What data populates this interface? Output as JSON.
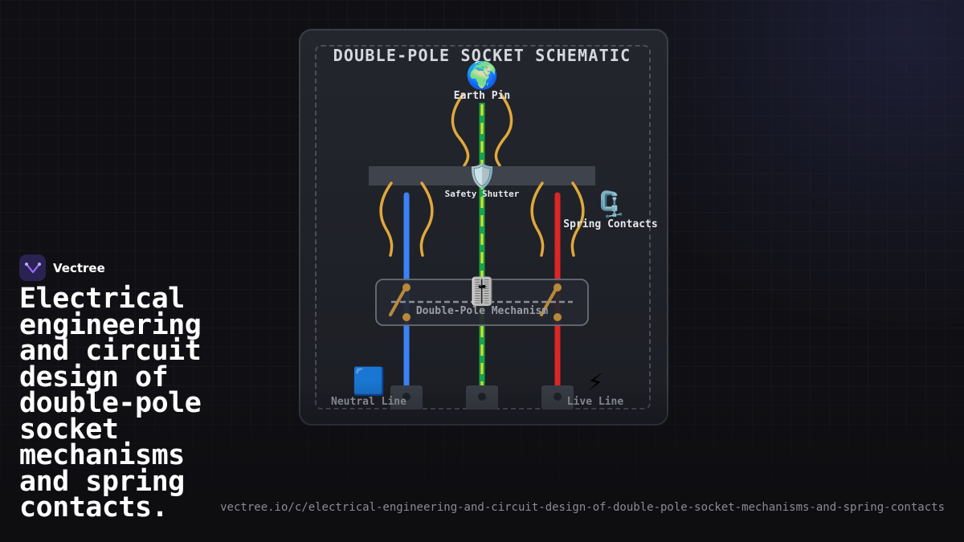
{
  "brand": {
    "name": "Vectree"
  },
  "headline": "Electrical engineering and circuit design of double-pole socket mechanisms and spring contacts.",
  "url": "vectree.io/c/electrical-engineering-and-circuit-design-of-double-pole-socket-mechanisms-and-spring-contacts",
  "diagram": {
    "title": "DOUBLE-POLE SOCKET SCHEMATIC",
    "labels": {
      "earth_pin": "Earth Pin",
      "safety_shutter": "Safety Shutter",
      "spring_contacts": "Spring Contacts",
      "mechanism": "Double-Pole Mechanism",
      "neutral_line": "Neutral Line",
      "live_line": "Live Line"
    },
    "icons": {
      "earth": "🌍",
      "shield": "🛡️",
      "clamp": "🗜️",
      "switch": "🎚️",
      "neutral": "🟦",
      "live": "⚡"
    },
    "colors": {
      "neutral_wire": "#3b82f6",
      "live_wire": "#dc2626",
      "earth_wire": "#16a34a",
      "earth_stripe": "#d9e021",
      "spring": "#e0a83c",
      "switch_arm": "#b8893a"
    }
  }
}
